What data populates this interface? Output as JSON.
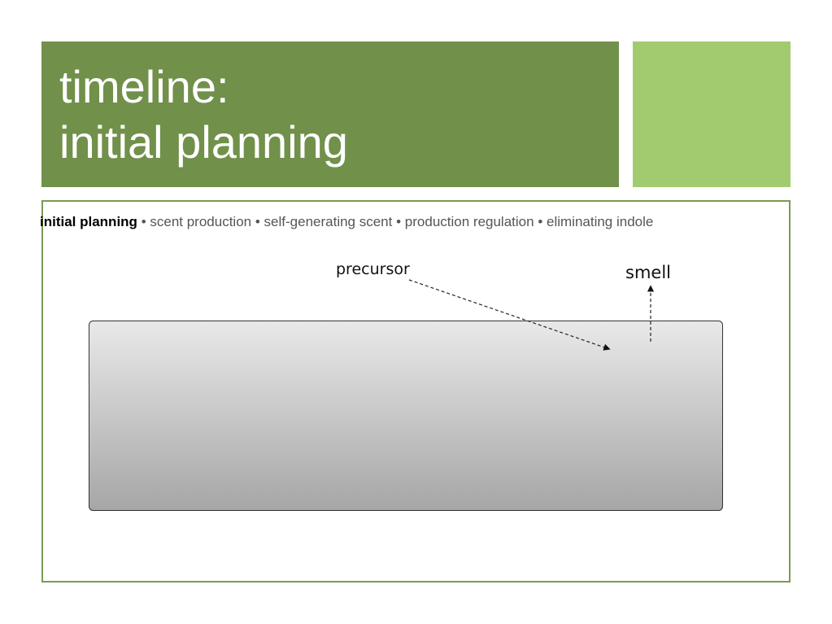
{
  "slide": {
    "title_line1": "timeline:",
    "title_line2": "initial planning",
    "colors": {
      "title_bar": "#71904a",
      "accent_square": "#a2cb6f",
      "frame_border": "#7a9a55"
    }
  },
  "breadcrumb": {
    "items": [
      "initial planning",
      "scent production",
      "self-generating scent",
      "production regulation",
      "eliminating indole"
    ],
    "separator": "•",
    "current_index": 0
  },
  "diagram": {
    "labels": {
      "precursor": "precursor",
      "smell": "smell"
    }
  }
}
